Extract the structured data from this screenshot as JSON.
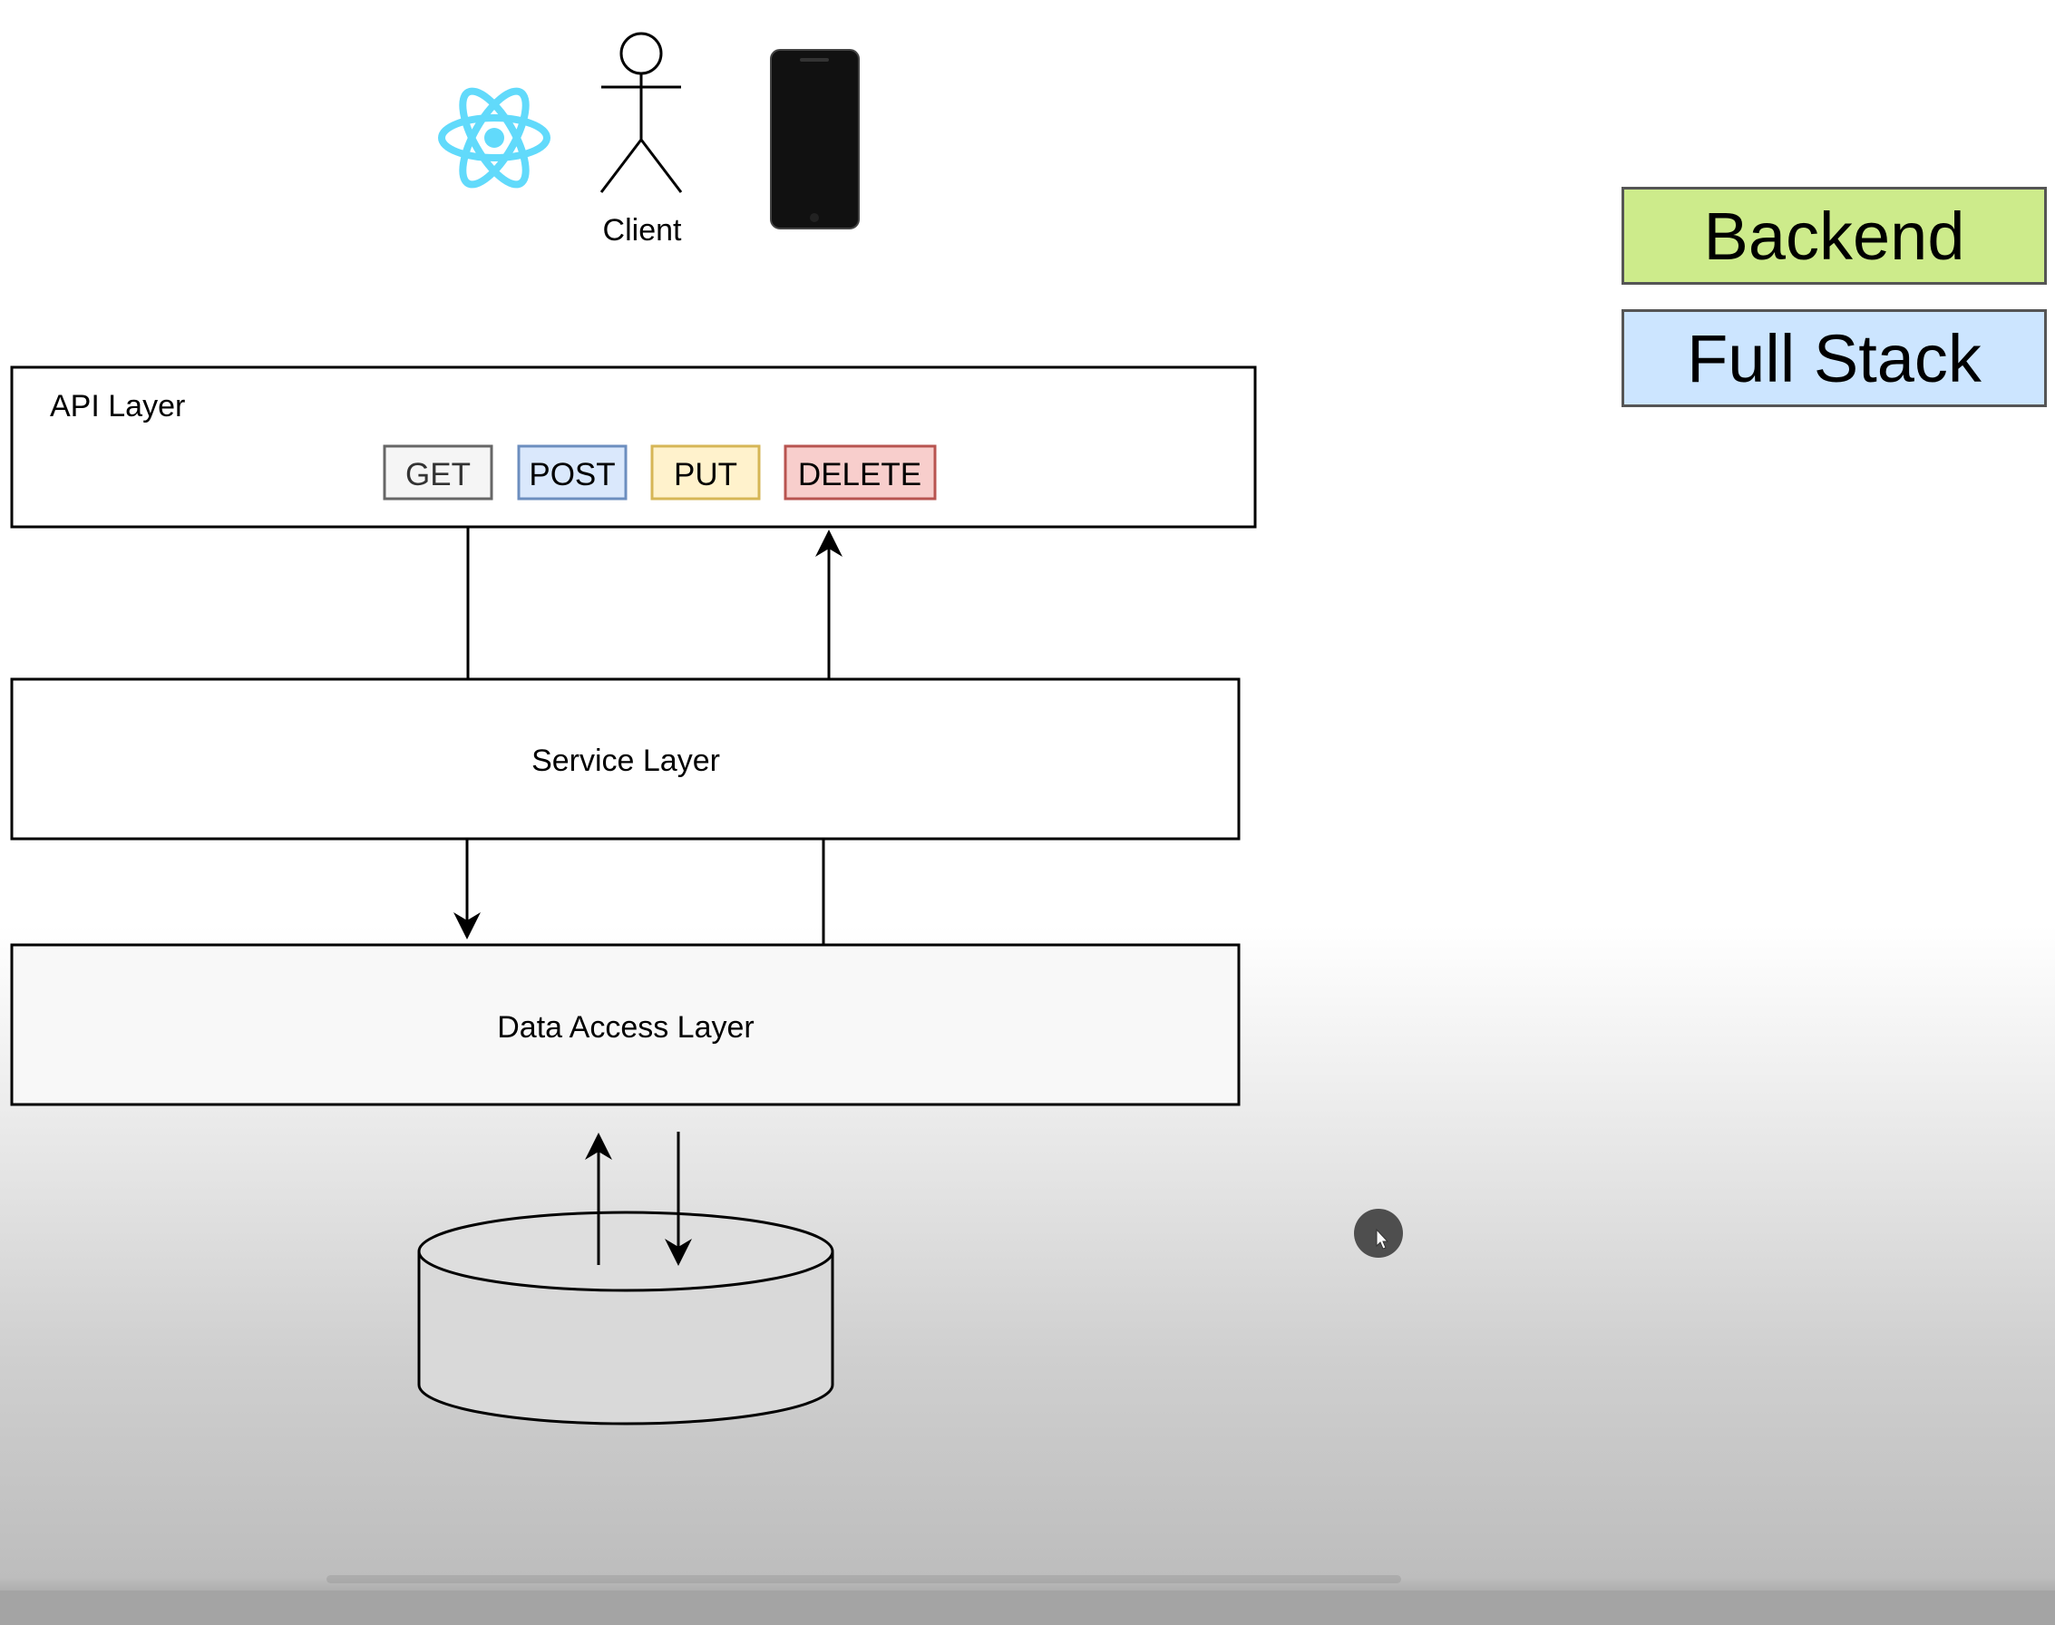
{
  "client": {
    "label": "Client"
  },
  "layers": {
    "api": {
      "title": "API Layer",
      "methods": [
        {
          "label": "GET",
          "fill": "#f5f5f5",
          "stroke": "#666666"
        },
        {
          "label": "POST",
          "fill": "#dae8fc",
          "stroke": "#6c8ebf"
        },
        {
          "label": "PUT",
          "fill": "#fff2cc",
          "stroke": "#d6b656"
        },
        {
          "label": "DELETE",
          "fill": "#f8cecc",
          "stroke": "#b85450"
        }
      ]
    },
    "service": {
      "title": "Service Layer"
    },
    "data_access": {
      "title": "Data Access Layer"
    }
  },
  "tags": [
    {
      "label": "Backend",
      "fill": "#cdeb8b"
    },
    {
      "label": "Full Stack",
      "fill": "#cce5ff"
    }
  ],
  "colors": {
    "react_logo": "#61dafb",
    "phone": "#111111"
  },
  "icons": {
    "react": "react-logo-icon",
    "client": "stick-figure-icon",
    "phone": "smartphone-icon",
    "database": "database-cylinder-icon",
    "cursor": "mouse-cursor-icon"
  }
}
